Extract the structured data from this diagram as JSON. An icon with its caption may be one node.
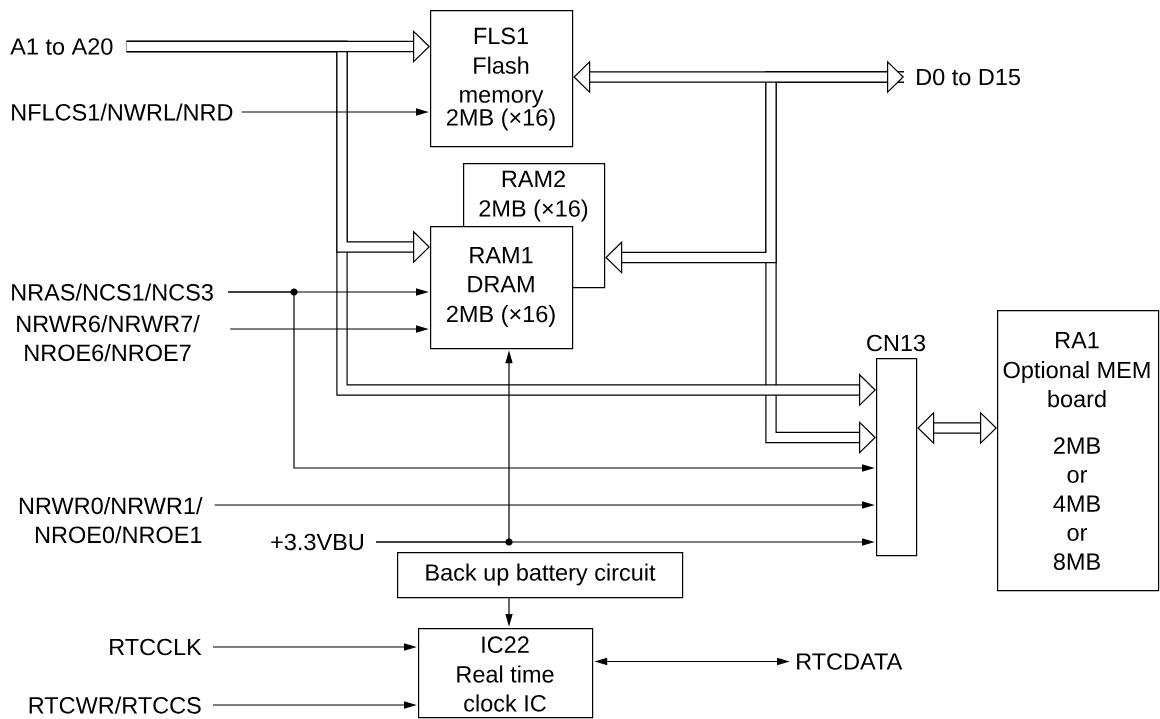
{
  "diagram": {
    "nodes": [
      {
        "text": [
          "A1 to A20"
        ]
      },
      {
        "text": [
          "NFLCS1/NWRL/NRD"
        ]
      },
      {
        "text": [
          "NRAS/NCS1/NCS3"
        ]
      },
      {
        "text": [
          "NRWR6/NRWR7/ NROE6/NROE7"
        ]
      },
      {
        "text": [
          "NRWR0/NRWR1/ NROE0/NROE1"
        ]
      },
      {
        "text": [
          "+3.3VBU"
        ]
      },
      {
        "text": [
          "RTCCLK"
        ]
      },
      {
        "text": [
          "RTCWR/RTCCS"
        ]
      },
      {
        "text": [
          "FLS1",
          "Flash memory",
          "2MB (×16)"
        ]
      },
      {
        "text": [
          "RAM2",
          "2MB (×16)"
        ]
      },
      {
        "text": [
          "RAM1",
          "DRAM",
          "2MB (×16)"
        ]
      },
      {
        "text": [
          "D0 to D15"
        ]
      },
      {
        "text": [
          "CN13"
        ]
      },
      {
        "text": [
          "RA1",
          "Optional MEM board",
          "2MB or 4MB or 8MB"
        ]
      },
      {
        "text": [
          "Back up battery circuit"
        ]
      },
      {
        "text": [
          "IC22",
          "Real time clock IC"
        ]
      },
      {
        "text": [
          "RTCDATA"
        ]
      }
    ],
    "edges": [
      {
        "from": 0,
        "to": 8,
        "arrow": "to",
        "style": "thick"
      },
      {
        "from": 0,
        "to": 10,
        "arrow": "to",
        "style": "thick"
      },
      {
        "from": 0,
        "to": 12,
        "arrow": "to",
        "style": "thick"
      },
      {
        "from": 8,
        "to": 11,
        "arrow": "both",
        "style": "thick"
      },
      {
        "from": 11,
        "to": 9,
        "arrow": "to",
        "style": "thick"
      },
      {
        "from": 11,
        "to": 12,
        "arrow": "to",
        "style": "thick"
      },
      {
        "from": 12,
        "to": 13,
        "arrow": "both",
        "style": "thick"
      },
      {
        "from": 1,
        "to": 8,
        "arrow": "to"
      },
      {
        "from": 2,
        "to": 10,
        "arrow": "to"
      },
      {
        "from": 2,
        "to": 12,
        "arrow": "to"
      },
      {
        "from": 3,
        "to": 10,
        "arrow": "to"
      },
      {
        "from": 4,
        "to": 12,
        "arrow": "to"
      },
      {
        "from": 5,
        "to": 12,
        "arrow": "to"
      },
      {
        "from": 5,
        "to": 10,
        "arrow": "to"
      },
      {
        "from": 14,
        "to": 15,
        "arrow": "to"
      },
      {
        "from": 6,
        "to": 15,
        "arrow": "to"
      },
      {
        "from": 7,
        "to": 15,
        "arrow": "to"
      },
      {
        "from": 15,
        "to": 16,
        "arrow": "both"
      }
    ]
  }
}
